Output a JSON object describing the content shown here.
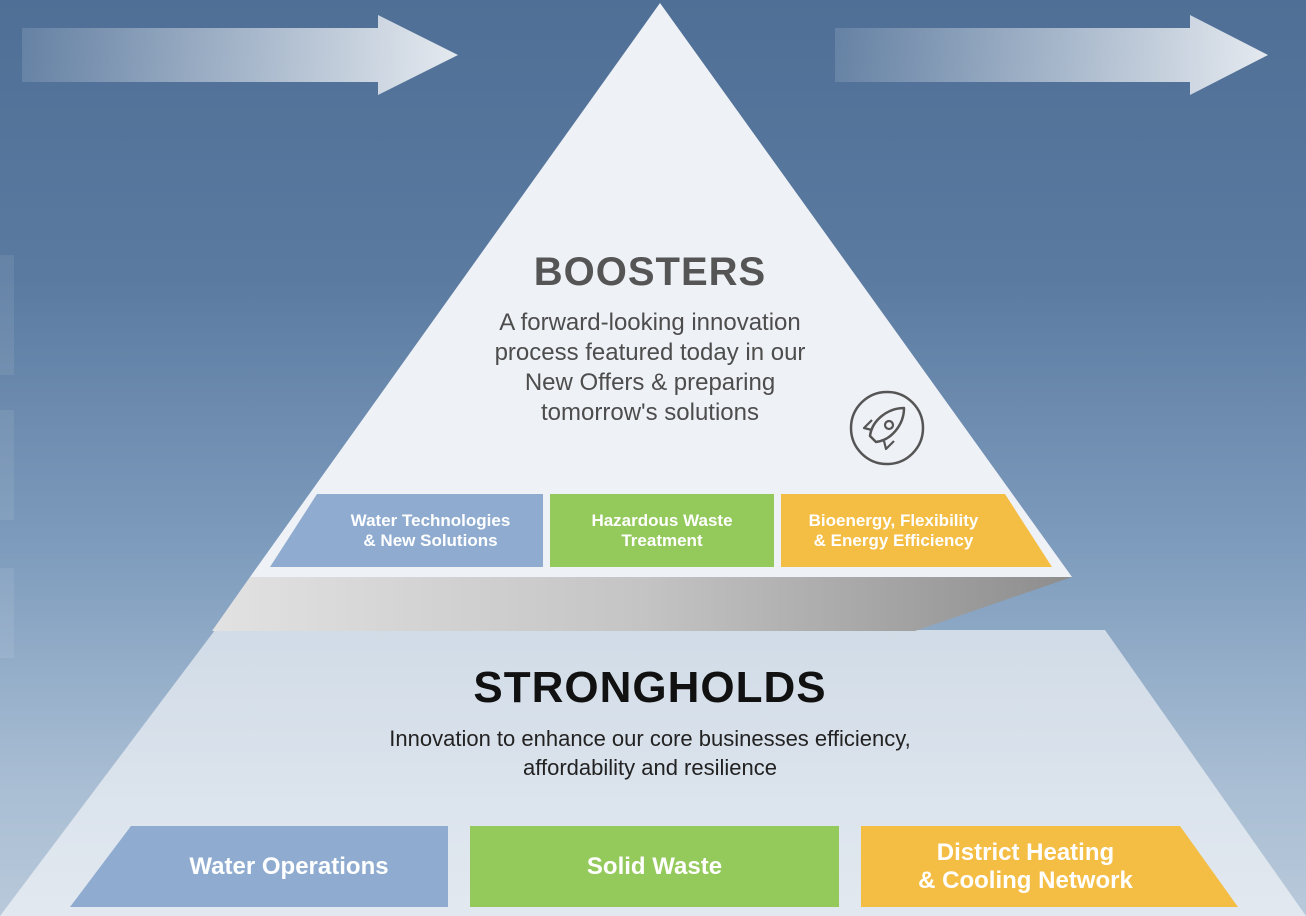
{
  "colors": {
    "blue_segment": "#8facd0",
    "green_segment": "#94c95c",
    "yellow_segment": "#f4bd44",
    "pyramid_top": "#eef1f6",
    "pyramid_base": "#d6dfea",
    "connector_dark": "#9c9c9c",
    "connector_light": "#dcdcdc"
  },
  "boosters": {
    "title": "BOOSTERS",
    "description": "A forward-looking innovation\nprocess featured today in our\nNew Offers & preparing\ntomorrow's solutions",
    "icon": "rocket-icon",
    "segments": [
      {
        "label": "Water Technologies\n& New Solutions",
        "color": "blue"
      },
      {
        "label": "Hazardous Waste\nTreatment",
        "color": "green"
      },
      {
        "label": "Bioenergy, Flexibility\n& Energy Efficiency",
        "color": "yellow"
      }
    ]
  },
  "strongholds": {
    "title": "STRONGHOLDS",
    "description": "Innovation to enhance our core businesses efficiency,\naffordability and resilience",
    "segments": [
      {
        "label": "Water Operations",
        "color": "blue"
      },
      {
        "label": "Solid Waste",
        "color": "green"
      },
      {
        "label": "District Heating\n& Cooling Network",
        "color": "yellow"
      }
    ]
  },
  "arrows": [
    "arrow-right-icon",
    "arrow-right-icon"
  ]
}
